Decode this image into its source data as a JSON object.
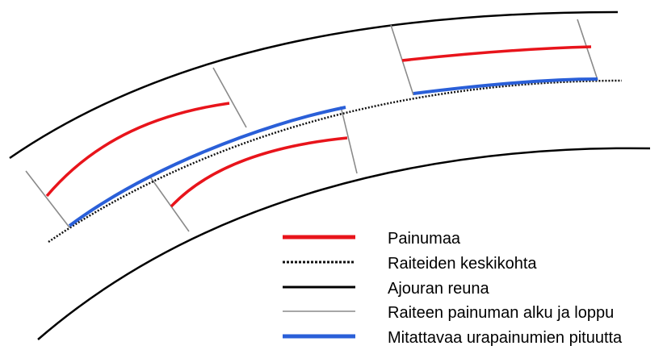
{
  "colors": {
    "background": "#ffffff",
    "road_edge": "#000000",
    "rut_depression": "#e8141b",
    "track_center": "#111111",
    "rut_start_end": "#8a8a8a",
    "measured_length": "#2a5fd8"
  },
  "legend": {
    "items": [
      {
        "key": "rut_depression",
        "label": "Painumaa"
      },
      {
        "key": "track_center",
        "label": "Raiteiden keskikohta"
      },
      {
        "key": "road_edge",
        "label": "Ajouran reuna"
      },
      {
        "key": "rut_start_end",
        "label": "Raiteen painuman alku ja loppu"
      },
      {
        "key": "measured_length",
        "label": "Mitattavaa urapainumien pituutta"
      }
    ]
  }
}
